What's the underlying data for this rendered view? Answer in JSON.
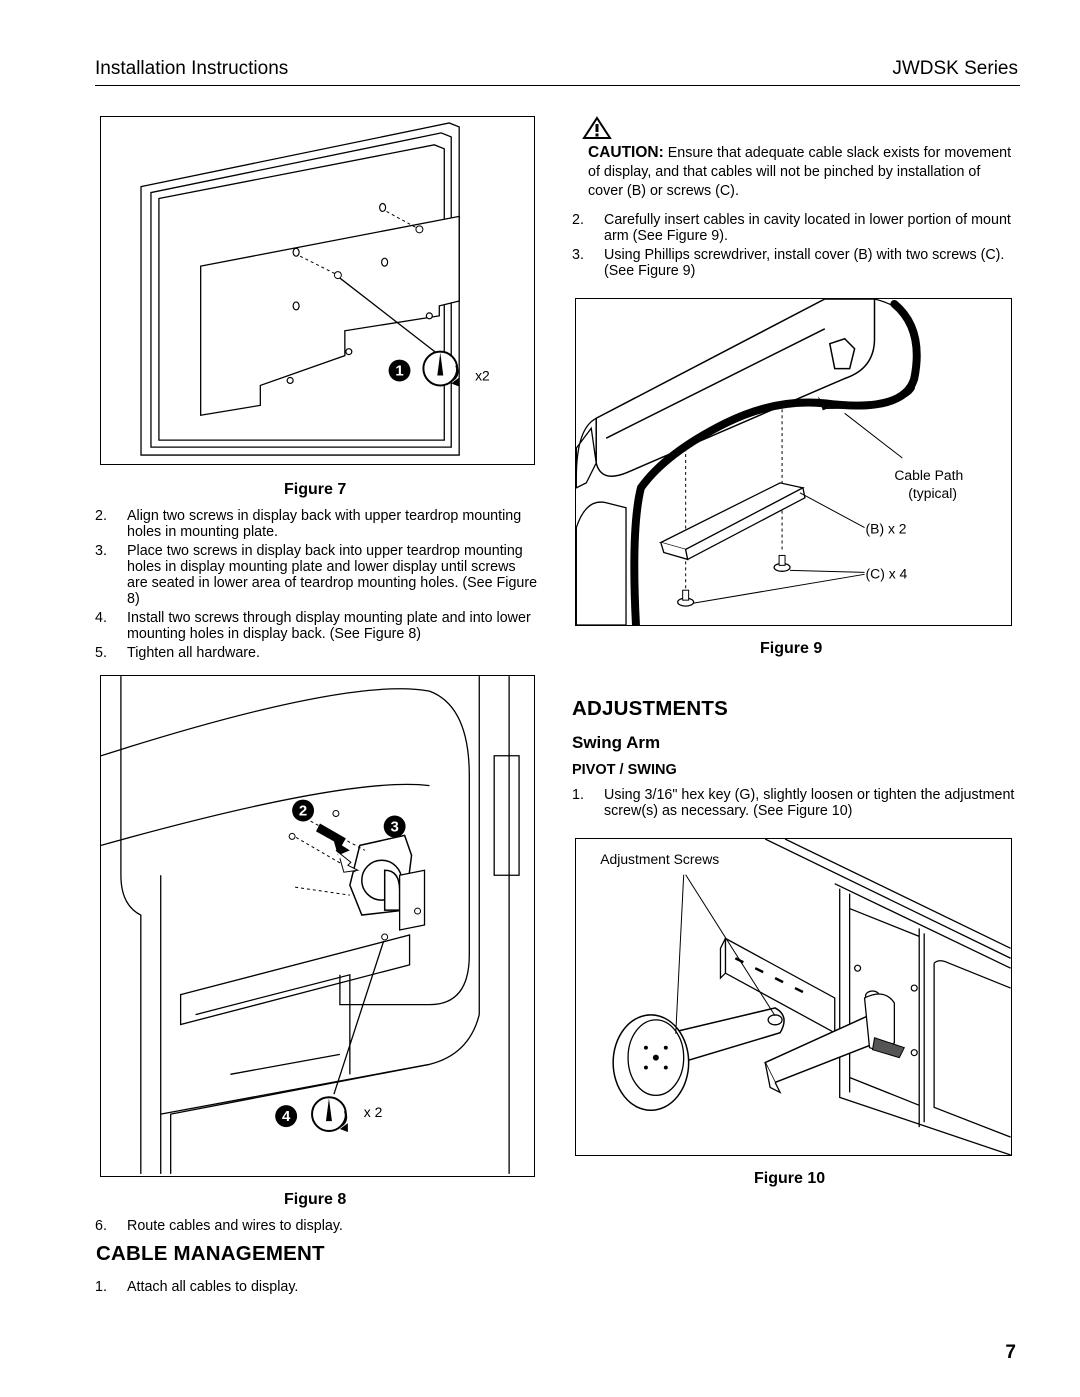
{
  "header": {
    "left": "Installation Instructions",
    "right": "JWDSK Series"
  },
  "figure7": {
    "caption": "Figure 7",
    "callout_1": "1",
    "qty": "x2"
  },
  "left_steps_a": [
    {
      "num": "2.",
      "text": "Align two screws in display back with upper teardrop mounting holes in mounting plate."
    },
    {
      "num": "3.",
      "text": "Place two screws in display back into upper teardrop mounting holes in display mounting plate and lower display until screws are seated in lower area of teardrop mounting holes. (See Figure 8)"
    },
    {
      "num": "4.",
      "text": "Install two screws through display mounting plate and into lower mounting holes in display back.  (See Figure 8)"
    },
    {
      "num": "5.",
      "text": "Tighten all hardware."
    }
  ],
  "figure8": {
    "caption": "Figure 8",
    "callout_2": "2",
    "callout_3": "3",
    "callout_4": "4",
    "qty": "x 2"
  },
  "left_steps_b": [
    {
      "num": "6.",
      "text": "Route cables and wires to display."
    }
  ],
  "cable_management": {
    "heading": "CABLE MANAGEMENT",
    "steps": [
      {
        "num": "1.",
        "text": "Attach all cables to display."
      }
    ]
  },
  "caution": {
    "label": "CAUTION:",
    "text": "Ensure that adequate cable slack exists for movement of display, and that cables will not be pinched by installation of cover (B) or screws (C)."
  },
  "right_steps_a": [
    {
      "num": "2.",
      "text": "Carefully insert cables in cavity located in lower portion of mount arm (See Figure 9)."
    },
    {
      "num": "3.",
      "text": "Using Phillips screwdriver, install cover (B) with two screws (C). (See Figure 9)"
    }
  ],
  "figure9": {
    "caption": "Figure 9",
    "label_cable_path": "Cable Path",
    "label_typical": "(typical)",
    "label_b": "(B) x 2",
    "label_c": "(C) x 4"
  },
  "adjustments": {
    "heading": "ADJUSTMENTS",
    "subheading": "Swing Arm",
    "subsubheading": "PIVOT / SWING",
    "steps": [
      {
        "num": "1.",
        "text": "Using 3/16\" hex key (G), slightly loosen or tighten the adjustment screw(s) as necessary. (See Figure 10)"
      }
    ]
  },
  "figure10": {
    "caption": "Figure 10",
    "label_adjustment": "Adjustment Screws"
  },
  "page_number": "7"
}
